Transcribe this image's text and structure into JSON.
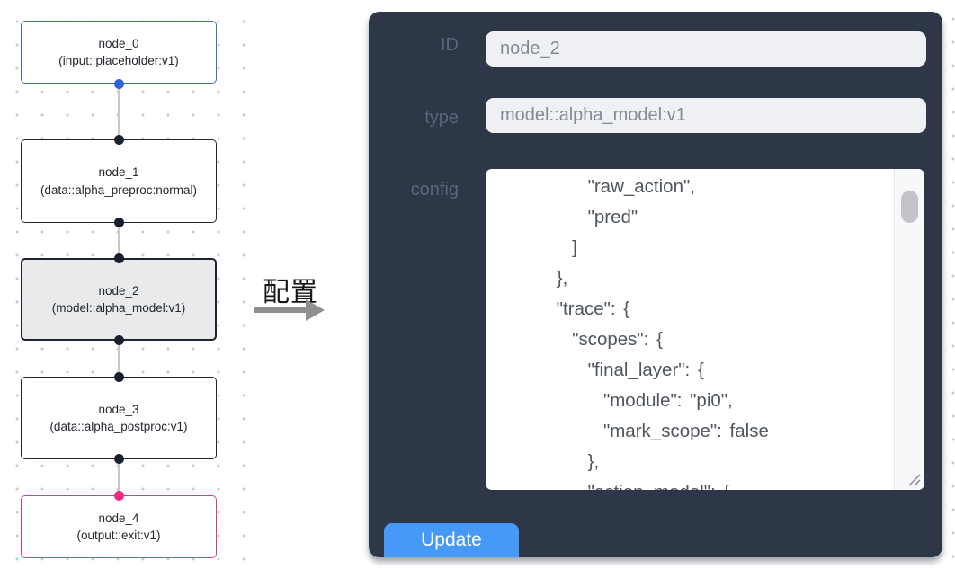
{
  "flow": {
    "nodes": [
      {
        "name": "node_0",
        "type": "(input::placeholder:v1)"
      },
      {
        "name": "node_1",
        "type": "(data::alpha_preproc:normal)"
      },
      {
        "name": "node_2",
        "type": "(model::alpha_model:v1)"
      },
      {
        "name": "node_3",
        "type": "(data::alpha_postproc:v1)"
      },
      {
        "name": "node_4",
        "type": "(output::exit:v1)"
      }
    ]
  },
  "annotation": {
    "label": "配置"
  },
  "panel": {
    "id_label": "ID",
    "id_value": "node_2",
    "type_label": "type",
    "type_value": "model::alpha_model:v1",
    "config_label": "config",
    "config_text": "        \"raw_action\",\n        \"pred\"\n      ]\n    },\n    \"trace\": {\n      \"scopes\": {\n        \"final_layer\": {\n          \"module\": \"pi0\",\n          \"mark_scope\": false\n        },\n        \"action_model\": {",
    "update_label": "Update"
  },
  "colors": {
    "panel_bg": "#2d3748",
    "accent_blue": "#4599f7",
    "input_node_border": "#3c6bc8",
    "output_node_border": "#ea3573",
    "selected_node_bg": "#e9eaeb",
    "default_node_border": "#1e2530",
    "port_dark": "#18202e",
    "port_blue": "#2e66d3",
    "port_pink": "#f32a80"
  }
}
